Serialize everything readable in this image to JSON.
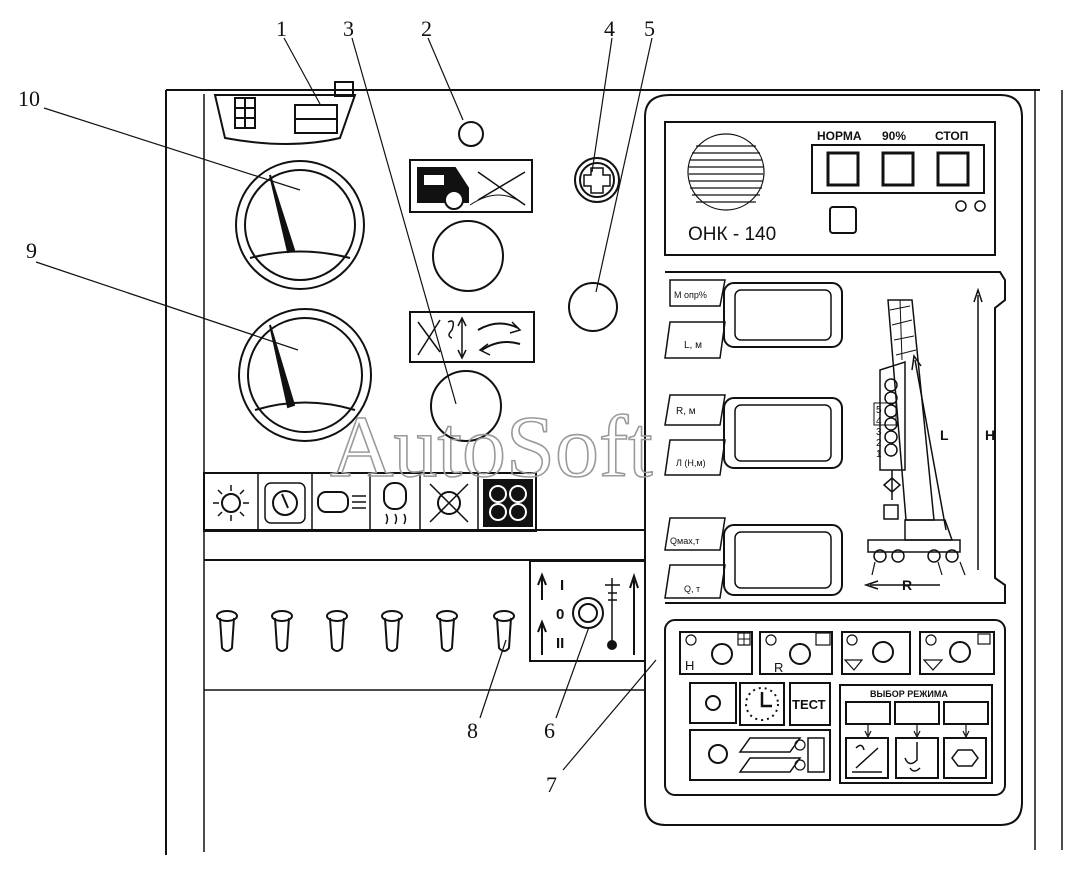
{
  "callouts": [
    "1",
    "2",
    "3",
    "4",
    "5",
    "6",
    "7",
    "8",
    "9",
    "10"
  ],
  "watermark": "AutoSoft",
  "onk": {
    "model": "ОНК - 140",
    "lamps": [
      "НОРМА",
      "90%",
      "СТОП"
    ],
    "row1_labels": [
      "М опр%",
      "L, м"
    ],
    "row2_labels": [
      "R, м",
      "Л (Н,м)"
    ],
    "row3_labels": [
      "Qмах,т",
      "Q, т"
    ],
    "crane_labels": {
      "length": "L",
      "height": "H",
      "radius": "R"
    },
    "hook_scale": [
      "5",
      "4",
      "3",
      "2",
      "1"
    ]
  },
  "keypad": {
    "test_label": "ТЕСТ",
    "mode_title": "ВЫБОР РЕЖИМА",
    "key_letters": [
      "Н",
      "R"
    ]
  },
  "switch_panel": {
    "pos_top": "I",
    "pos_mid": "0",
    "pos_bottom": "II"
  }
}
